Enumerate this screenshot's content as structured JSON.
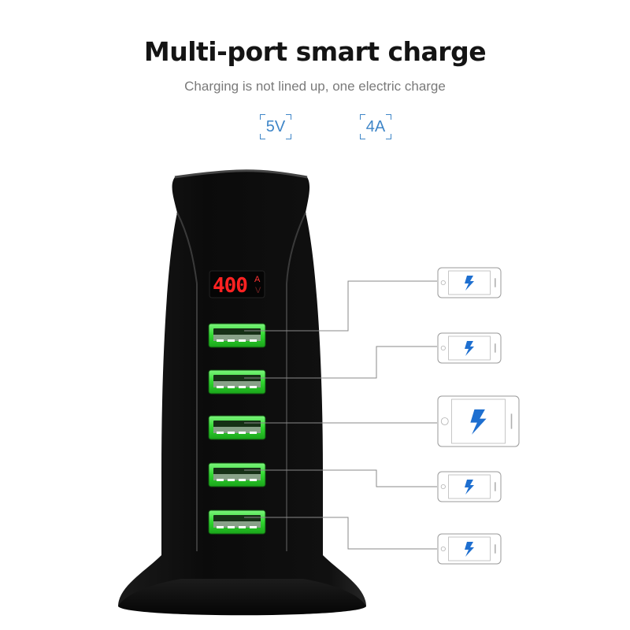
{
  "header": {
    "title": "Multi-port smart charge",
    "subtitle": "Charging is not lined up, one electric charge"
  },
  "specs": {
    "voltage": "5V",
    "current": "4A"
  },
  "display": {
    "reading": "400",
    "unit_amp": "A",
    "unit_volt": "V"
  },
  "charger": {
    "usb_port_count": 5,
    "body_color": "#0c0c0c",
    "port_led_color": "#3ee13e"
  },
  "devices": [
    {
      "type": "phone",
      "icon": "lightning-bolt-icon"
    },
    {
      "type": "phone",
      "icon": "lightning-bolt-icon"
    },
    {
      "type": "tablet",
      "icon": "lightning-bolt-icon"
    },
    {
      "type": "phone",
      "icon": "lightning-bolt-icon"
    },
    {
      "type": "phone",
      "icon": "lightning-bolt-icon"
    }
  ],
  "colors": {
    "accent": "#3f86c8",
    "bolt": "#1e6fd0",
    "led": "#ff2222"
  }
}
